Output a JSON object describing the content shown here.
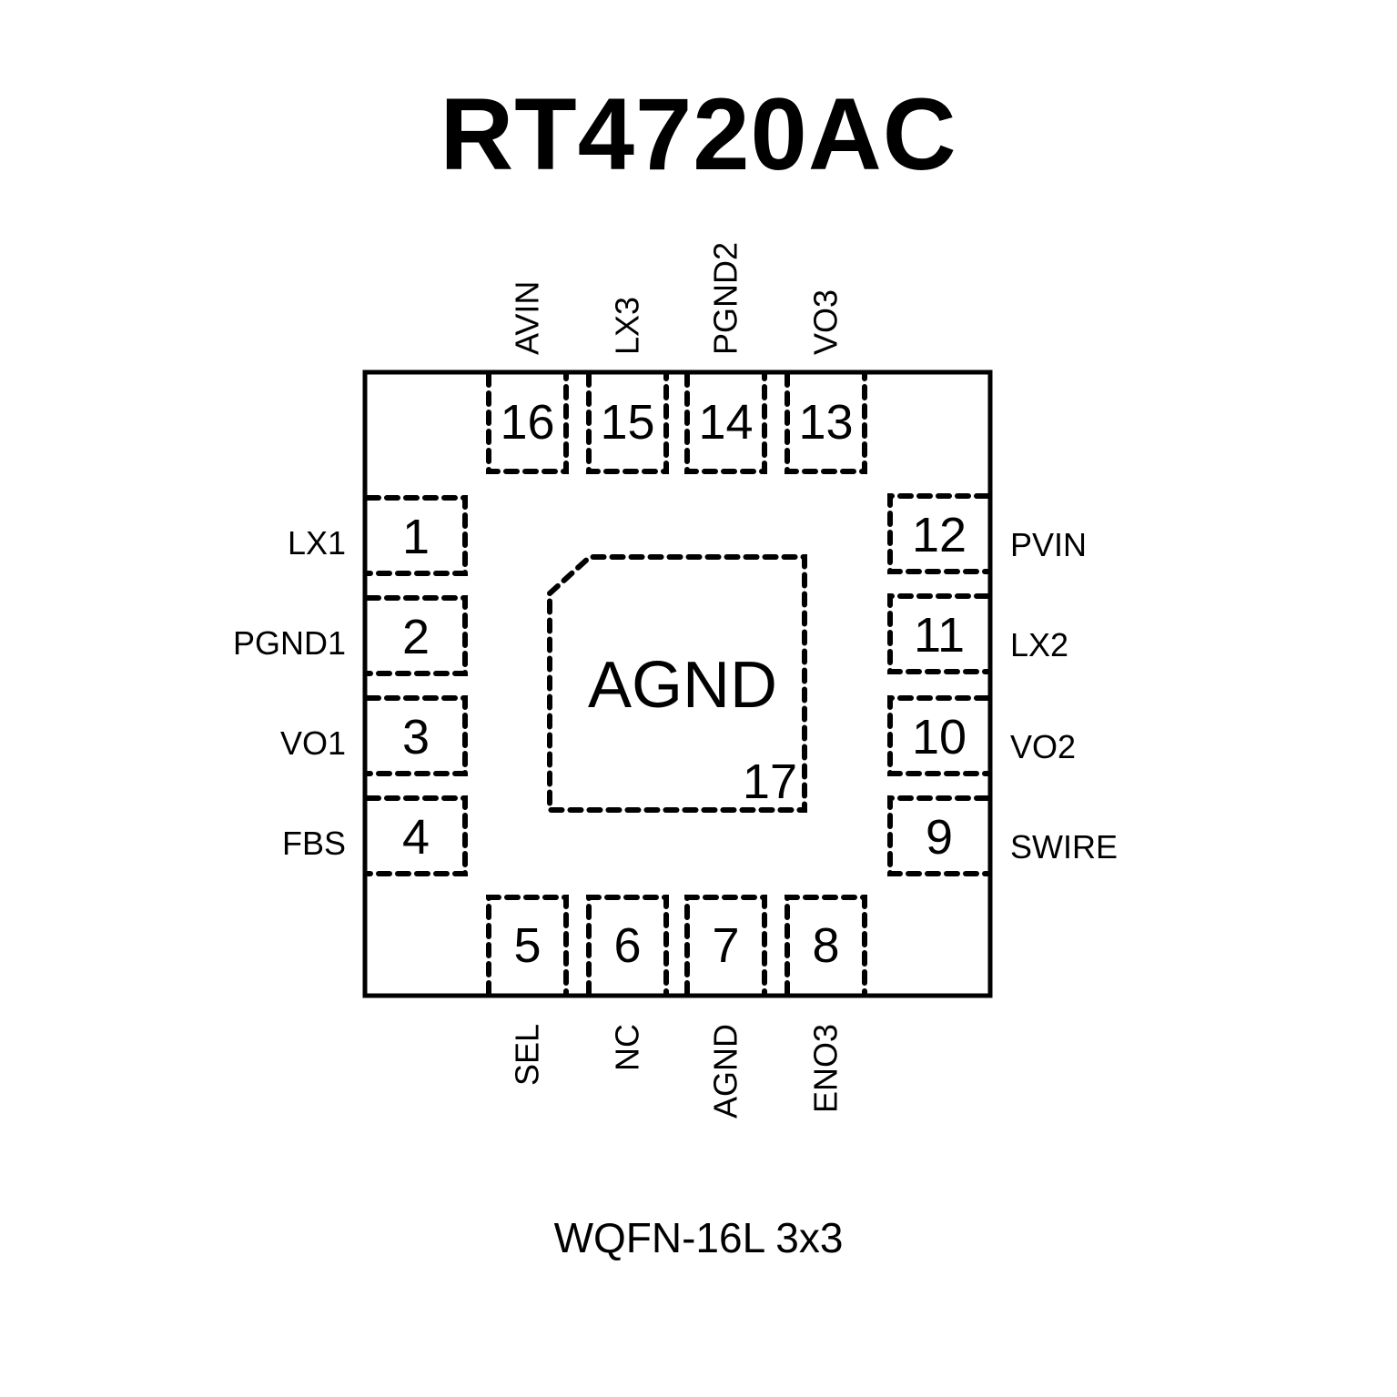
{
  "title": "RT4720AC",
  "package": "WQFN-16L 3x3",
  "pins": {
    "left": [
      {
        "num": "1",
        "name": "LX1"
      },
      {
        "num": "2",
        "name": "PGND1"
      },
      {
        "num": "3",
        "name": "VO1"
      },
      {
        "num": "4",
        "name": "FBS"
      }
    ],
    "bottom": [
      {
        "num": "5",
        "name": "SEL"
      },
      {
        "num": "6",
        "name": "NC"
      },
      {
        "num": "7",
        "name": "AGND"
      },
      {
        "num": "8",
        "name": "ENO3"
      }
    ],
    "right": [
      {
        "num": "9",
        "name": "SWIRE"
      },
      {
        "num": "10",
        "name": "VO2"
      },
      {
        "num": "11",
        "name": "LX2"
      },
      {
        "num": "12",
        "name": "PVIN"
      }
    ],
    "top": [
      {
        "num": "13",
        "name": "VO3"
      },
      {
        "num": "14",
        "name": "PGND2"
      },
      {
        "num": "15",
        "name": "LX3"
      },
      {
        "num": "16",
        "name": "AVIN"
      }
    ]
  },
  "exposed_pad": {
    "num": "17",
    "name": "AGND"
  }
}
